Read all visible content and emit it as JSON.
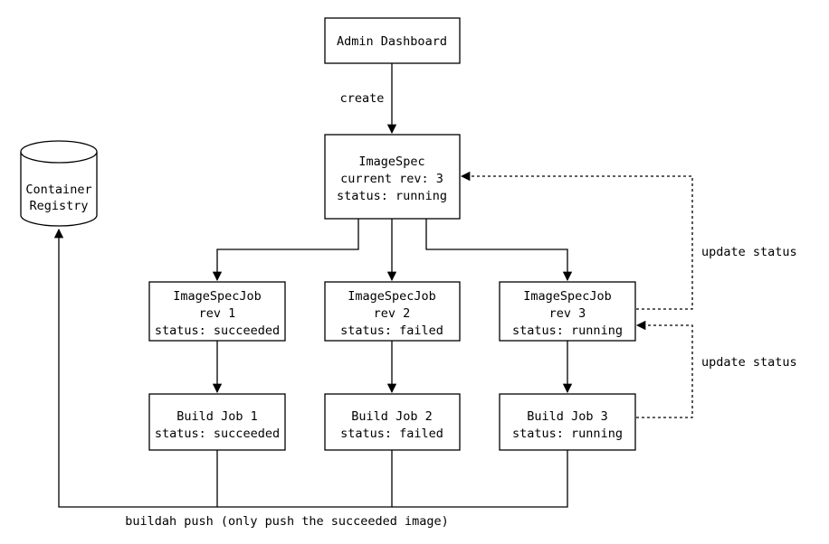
{
  "nodes": {
    "admin_dashboard": {
      "lines": [
        "Admin Dashboard"
      ]
    },
    "imagespec": {
      "lines": [
        "ImageSpec",
        "current rev: 3",
        "status: running"
      ]
    },
    "container_registry": {
      "lines": [
        "Container",
        "Registry"
      ]
    },
    "job1": {
      "lines": [
        "ImageSpecJob",
        "rev 1",
        "status: succeeded"
      ]
    },
    "job2": {
      "lines": [
        "ImageSpecJob",
        "rev 2",
        "status: failed"
      ]
    },
    "job3": {
      "lines": [
        "ImageSpecJob",
        "rev 3",
        "status: running"
      ]
    },
    "build1": {
      "lines": [
        "Build Job 1",
        "status: succeeded"
      ]
    },
    "build2": {
      "lines": [
        "Build Job 2",
        "status: failed"
      ]
    },
    "build3": {
      "lines": [
        "Build Job 3",
        "status: running"
      ]
    }
  },
  "edge_labels": {
    "create": "create",
    "update_status_top": "update status",
    "update_status_bottom": "update status",
    "buildah_push": "buildah push (only push the succeeded image)"
  }
}
